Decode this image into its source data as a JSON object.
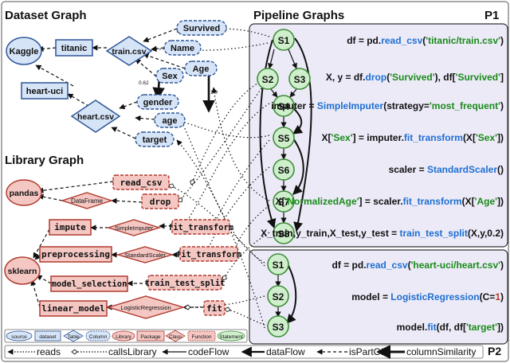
{
  "titles": {
    "dataset_graph": "Dataset Graph",
    "library_graph": "Library Graph",
    "pipeline_graphs": "Pipeline Graphs",
    "p1": "P1",
    "p2": "P2"
  },
  "dataset": {
    "kaggle": "Kaggle",
    "titanic": "titanic",
    "train_csv": "train.csv",
    "survived": "Survived",
    "name": "Name",
    "age_titanic": "Age",
    "sex": "Sex",
    "heart_uci": "heart-uci",
    "heart_csv": "heart.csv",
    "gender": "gender",
    "age_heart": "age",
    "target": "target",
    "sim_1": "0.62",
    "sim_2": "1.0"
  },
  "library": {
    "pandas": "pandas",
    "sklearn": "sklearn",
    "read_csv": "read_csv",
    "drop": "drop",
    "dataframe": "DataFrame",
    "impute": "impute",
    "simple_imputer": "SimpleImputer",
    "fit_transform_1": "fit_transform",
    "preprocessing": "preprocessing",
    "standard_scaler": "StandardScaler",
    "fit_transform_2": "fit_transform",
    "model_selection": "model_selection",
    "train_test_split": "train_test_split",
    "linear_model": "linear_model",
    "logistic_regression": "LogisticRegression",
    "fit": "fit"
  },
  "pipeline1": {
    "nodes": [
      "S1",
      "S2",
      "S3",
      "S4",
      "S5",
      "S6",
      "S7",
      "S8"
    ],
    "code": {
      "s1": [
        "df = pd.",
        "read_csv",
        "(",
        "'titanic/train.csv'",
        ")"
      ],
      "s2s3": [
        "X, y = df.",
        "drop",
        "(",
        "'Survived'",
        "), df[",
        "'Survived'",
        "]"
      ],
      "s4": [
        "imputer = ",
        "SimpleImputer",
        "(strategy=",
        "'most_frequent'",
        ")"
      ],
      "s5": [
        "X[",
        "'Sex'",
        "] = imputer.",
        "fit_transform",
        "(X[",
        "'Sex'",
        "])"
      ],
      "s6": [
        "scaler = ",
        "StandardScaler",
        "()"
      ],
      "s7": [
        "X[",
        "'NormalizedAge'",
        "] = scaler.",
        "fit_transform",
        "(X[",
        "'Age'",
        "])"
      ],
      "s8": [
        "X_train,y_train,X_test,y_test = ",
        "train_test_split",
        "(X,y,0.2)"
      ]
    }
  },
  "pipeline2": {
    "nodes": [
      "S1",
      "S2",
      "S3"
    ],
    "code": {
      "s1": [
        "df = pd.",
        "read_csv",
        "(",
        "'heart-uci/heart.csv'",
        ")"
      ],
      "s2": [
        "model = ",
        "LogisticRegression",
        "(C=",
        "1",
        ")"
      ],
      "s3": [
        "model.",
        "fit",
        "(df, df[",
        "'target'",
        "])"
      ]
    }
  },
  "node_legend": {
    "source": "source",
    "dataset": "dataset",
    "table": "Table",
    "column": "Column",
    "library": "Library",
    "package": "Package",
    "class": "Class",
    "function": "Function",
    "statement": "Statement"
  },
  "edge_legend": {
    "reads": "reads",
    "calls_library": "callsLibrary",
    "code_flow": "codeFlow",
    "data_flow": "dataFlow",
    "is_part_of": "isPartOf",
    "column_similarity": "columnSimilarity"
  },
  "colors": {
    "dataset_fill": "#d6e4f7",
    "dataset_stroke": "#2f5597",
    "library_fill": "#f4c7c3",
    "library_stroke": "#b03a2e",
    "statement_fill": "#cfeecb",
    "statement_stroke": "#3f8f3a",
    "pipeline_bg": "#eceaf7",
    "function_blue": "#1f6fd1",
    "string_green": "#1a8a1a",
    "number_red": "#c0392b"
  }
}
